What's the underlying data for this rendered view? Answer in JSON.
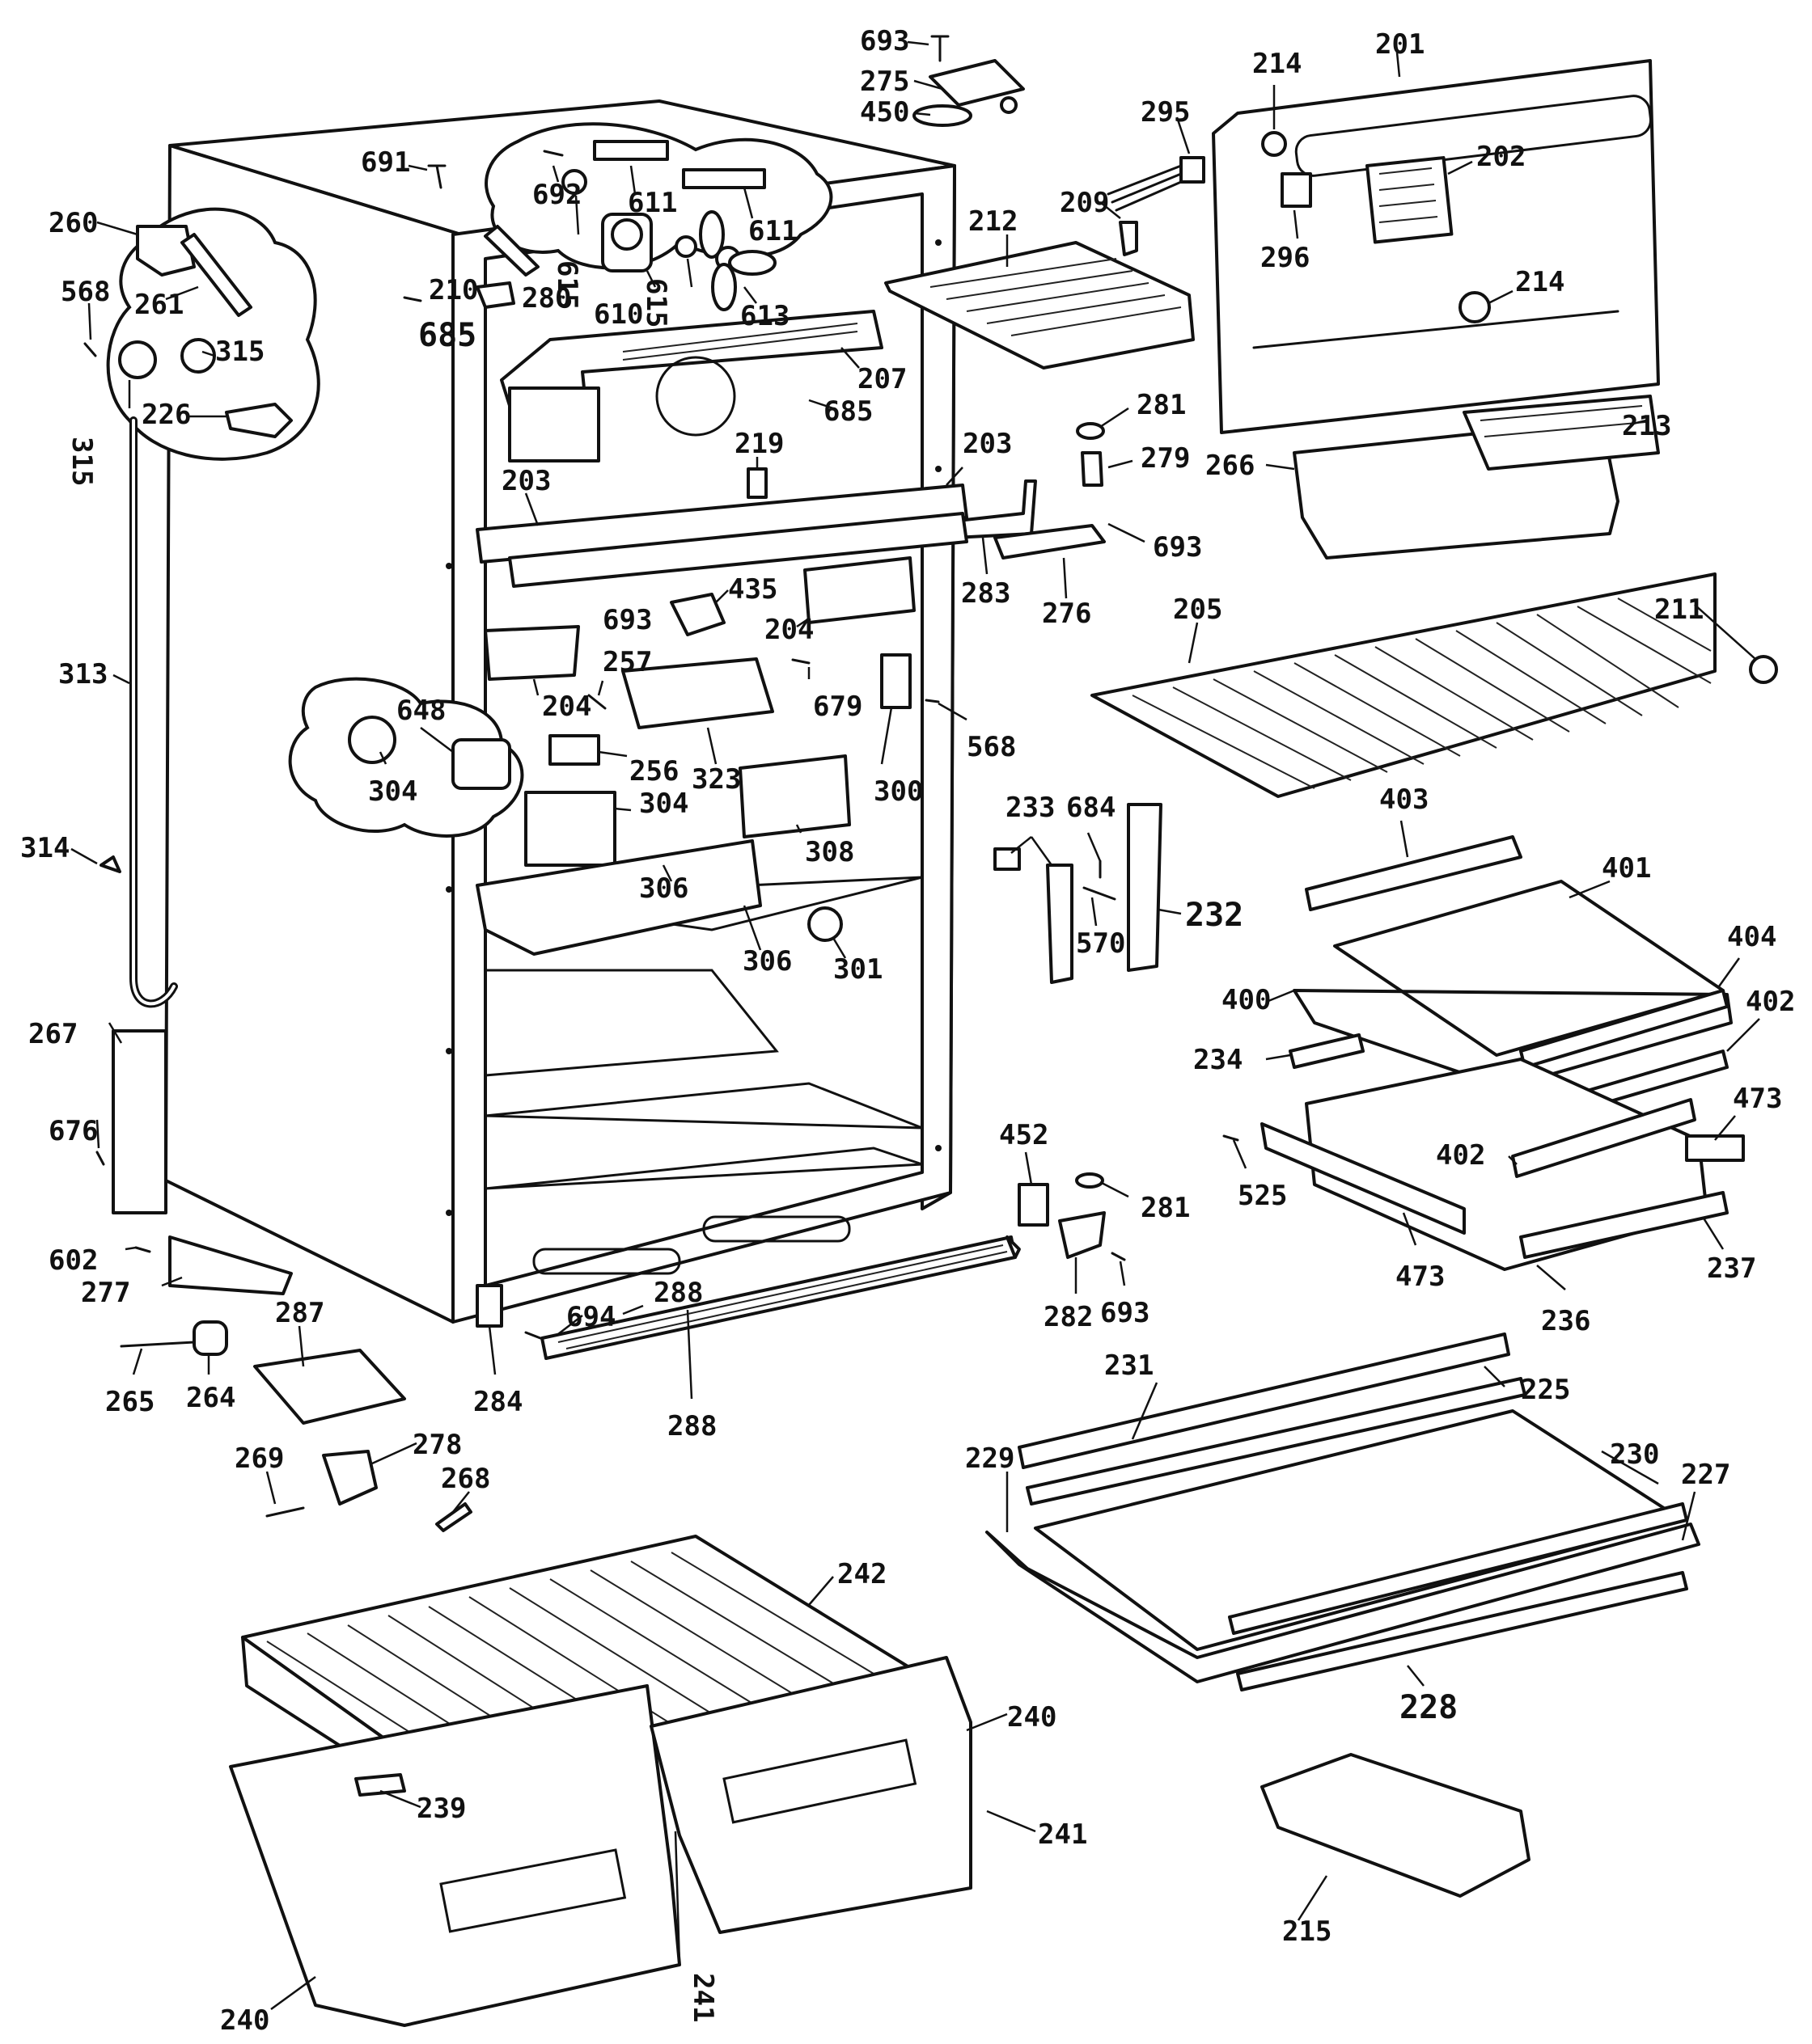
{
  "diagram": {
    "type": "exploded-parts-view",
    "callouts": [
      {
        "id": "693_top",
        "text": "693"
      },
      {
        "id": "275",
        "text": "275"
      },
      {
        "id": "450",
        "text": "450"
      },
      {
        "id": "691",
        "text": "691"
      },
      {
        "id": "692",
        "text": "692"
      },
      {
        "id": "611a",
        "text": "611"
      },
      {
        "id": "611b",
        "text": "611"
      },
      {
        "id": "615a",
        "text": "615"
      },
      {
        "id": "615b",
        "text": "615"
      },
      {
        "id": "610",
        "text": "610"
      },
      {
        "id": "613",
        "text": "613"
      },
      {
        "id": "260",
        "text": "260"
      },
      {
        "id": "261",
        "text": "261"
      },
      {
        "id": "568a",
        "text": "568"
      },
      {
        "id": "315a",
        "text": "315"
      },
      {
        "id": "315b",
        "text": "315"
      },
      {
        "id": "226",
        "text": "226"
      },
      {
        "id": "210",
        "text": "210"
      },
      {
        "id": "280",
        "text": "280"
      },
      {
        "id": "685a",
        "text": "685"
      },
      {
        "id": "685b",
        "text": "685"
      },
      {
        "id": "207",
        "text": "207"
      },
      {
        "id": "295",
        "text": "295"
      },
      {
        "id": "201",
        "text": "201"
      },
      {
        "id": "214a",
        "text": "214"
      },
      {
        "id": "214b",
        "text": "214"
      },
      {
        "id": "202",
        "text": "202"
      },
      {
        "id": "296",
        "text": "296"
      },
      {
        "id": "209",
        "text": "209"
      },
      {
        "id": "212",
        "text": "212"
      },
      {
        "id": "281a",
        "text": "281"
      },
      {
        "id": "279",
        "text": "279"
      },
      {
        "id": "213",
        "text": "213"
      },
      {
        "id": "266",
        "text": "266"
      },
      {
        "id": "203a",
        "text": "203"
      },
      {
        "id": "203b",
        "text": "203"
      },
      {
        "id": "219",
        "text": "219"
      },
      {
        "id": "283",
        "text": "283"
      },
      {
        "id": "276",
        "text": "276"
      },
      {
        "id": "693b",
        "text": "693"
      },
      {
        "id": "205",
        "text": "205"
      },
      {
        "id": "211",
        "text": "211"
      },
      {
        "id": "435",
        "text": "435"
      },
      {
        "id": "204a",
        "text": "204"
      },
      {
        "id": "204b",
        "text": "204"
      },
      {
        "id": "693c",
        "text": "693"
      },
      {
        "id": "257",
        "text": "257"
      },
      {
        "id": "679",
        "text": "679"
      },
      {
        "id": "648",
        "text": "648"
      },
      {
        "id": "256",
        "text": "256"
      },
      {
        "id": "323",
        "text": "323"
      },
      {
        "id": "300",
        "text": "300"
      },
      {
        "id": "568b",
        "text": "568"
      },
      {
        "id": "304a",
        "text": "304"
      },
      {
        "id": "304b",
        "text": "304"
      },
      {
        "id": "308",
        "text": "308"
      },
      {
        "id": "313",
        "text": "313"
      },
      {
        "id": "314",
        "text": "314"
      },
      {
        "id": "306a",
        "text": "306"
      },
      {
        "id": "306b",
        "text": "306"
      },
      {
        "id": "301",
        "text": "301"
      },
      {
        "id": "233",
        "text": "233"
      },
      {
        "id": "684",
        "text": "684"
      },
      {
        "id": "232",
        "text": "232"
      },
      {
        "id": "570",
        "text": "570"
      },
      {
        "id": "403",
        "text": "403"
      },
      {
        "id": "401",
        "text": "401"
      },
      {
        "id": "404",
        "text": "404"
      },
      {
        "id": "400",
        "text": "400"
      },
      {
        "id": "402a",
        "text": "402"
      },
      {
        "id": "234",
        "text": "234"
      },
      {
        "id": "473a",
        "text": "473"
      },
      {
        "id": "402b",
        "text": "402"
      },
      {
        "id": "525",
        "text": "525"
      },
      {
        "id": "473b",
        "text": "473"
      },
      {
        "id": "237",
        "text": "237"
      },
      {
        "id": "236",
        "text": "236"
      },
      {
        "id": "267",
        "text": "267"
      },
      {
        "id": "676",
        "text": "676"
      },
      {
        "id": "452",
        "text": "452"
      },
      {
        "id": "281b",
        "text": "281"
      },
      {
        "id": "602",
        "text": "602"
      },
      {
        "id": "277",
        "text": "277"
      },
      {
        "id": "288a",
        "text": "288"
      },
      {
        "id": "694",
        "text": "694"
      },
      {
        "id": "282",
        "text": "282"
      },
      {
        "id": "693d",
        "text": "693"
      },
      {
        "id": "287",
        "text": "287"
      },
      {
        "id": "265",
        "text": "265"
      },
      {
        "id": "264",
        "text": "264"
      },
      {
        "id": "284",
        "text": "284"
      },
      {
        "id": "288b",
        "text": "288"
      },
      {
        "id": "231",
        "text": "231"
      },
      {
        "id": "225",
        "text": "225"
      },
      {
        "id": "269",
        "text": "269"
      },
      {
        "id": "278",
        "text": "278"
      },
      {
        "id": "268",
        "text": "268"
      },
      {
        "id": "230",
        "text": "230"
      },
      {
        "id": "229",
        "text": "229"
      },
      {
        "id": "227",
        "text": "227"
      },
      {
        "id": "242",
        "text": "242"
      },
      {
        "id": "228",
        "text": "228"
      },
      {
        "id": "240a",
        "text": "240"
      },
      {
        "id": "241a",
        "text": "241"
      },
      {
        "id": "239",
        "text": "239"
      },
      {
        "id": "241b",
        "text": "241"
      },
      {
        "id": "215",
        "text": "215"
      },
      {
        "id": "240b",
        "text": "240"
      }
    ]
  }
}
